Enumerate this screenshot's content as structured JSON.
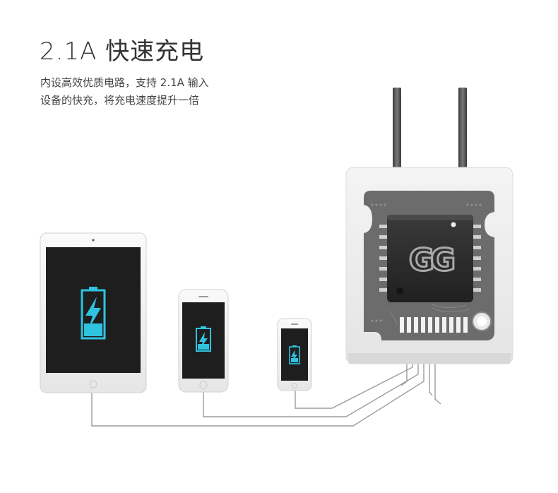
{
  "headline": "2.1A 快速充电",
  "description": {
    "line1": "内设高效优质电路，支持 2.1A 输入",
    "line2": "设备的快充，将充电速度提升一倍"
  },
  "chip_logo": "GG",
  "devices": [
    {
      "name": "tablet",
      "screen_icon": "lightning-battery-icon"
    },
    {
      "name": "phone-large",
      "screen_icon": "lightning-battery-icon"
    },
    {
      "name": "phone-small",
      "screen_icon": "lightning-battery-icon"
    }
  ],
  "colors": {
    "accent": "#2fc3e0",
    "screen": "#1e1e1e",
    "wire": "#9a9a9a",
    "board": "#6c6c6c"
  }
}
